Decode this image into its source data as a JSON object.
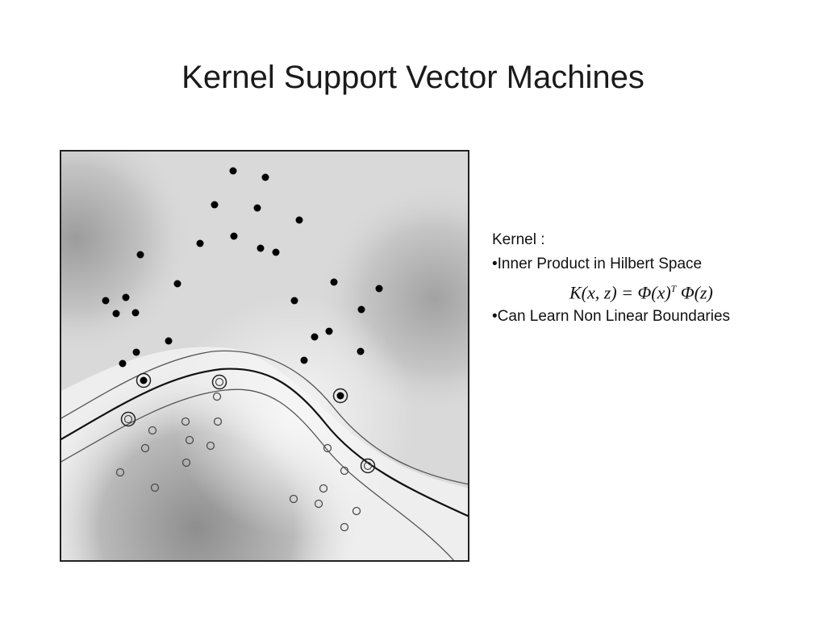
{
  "slide": {
    "title": "Kernel Support Vector Machines"
  },
  "notes": {
    "heading": "Kernel :",
    "bullet1": "•Inner Product in Hilbert Space",
    "formula": {
      "lhs": "K(x, z) = Φ(x)",
      "sup": "T",
      "rhs": " Φ(z)"
    },
    "bullet2": "•Can Learn Non Linear Boundaries"
  },
  "figure": {
    "colors": {
      "background_light": "#ececec",
      "background_dark": "#8c8c8c",
      "boundary": "#111111",
      "margin": "#555555",
      "point_fill": "#000000",
      "point_stroke": "#555555"
    }
  }
}
